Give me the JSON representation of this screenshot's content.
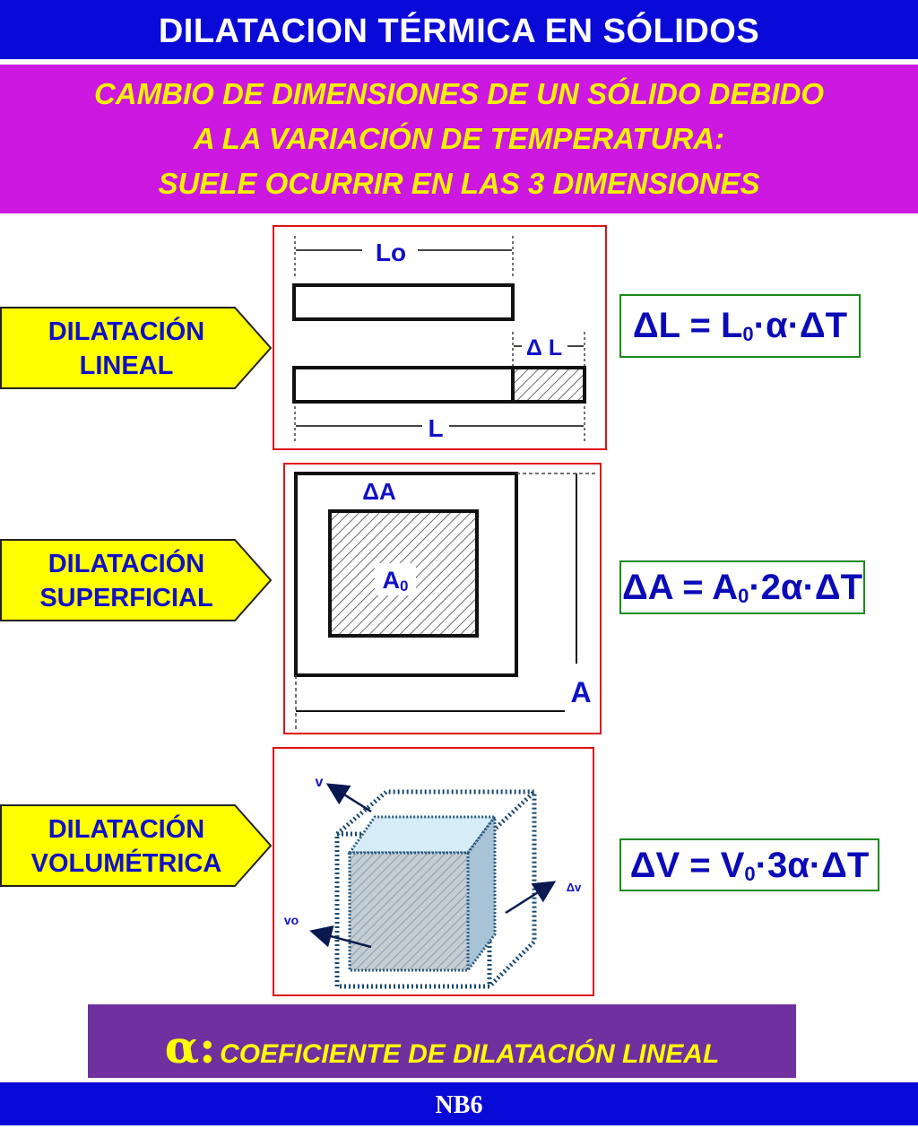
{
  "header": {
    "title": "DILATACION TÉRMICA  EN SÓLIDOS"
  },
  "intro": {
    "line1": "CAMBIO DE DIMENSIONES DE UN SÓLIDO DEBIDO",
    "line2": "A LA VARIACIÓN DE TEMPERATURA:",
    "line3": "SUELE OCURRIR EN LAS 3 DIMENSIONES"
  },
  "sections": {
    "lineal": {
      "label1": "DILATACIÓN",
      "label2": "LINEAL",
      "dim_initial": "Lo",
      "dim_delta": "Δ L",
      "dim_final": "L",
      "f_delta": "ΔL = L",
      "f_sub": "0",
      "f_rest": "·α·ΔT"
    },
    "superficial": {
      "label1": "DILATACIÓN",
      "label2": "SUPERFICIAL",
      "delta_label": "ΔA",
      "initial_label": "A",
      "initial_sub": "0",
      "final_label": "A",
      "f_delta": "ΔA = A",
      "f_sub": "0",
      "f_rest": "·2α·ΔT"
    },
    "volumetrica": {
      "label1": "DILATACIÓN",
      "label2": "VOLUMÉTRICA",
      "v_label": "v",
      "vo_label": "vo",
      "dv_label": "Δv",
      "f_delta": "ΔV = V",
      "f_sub": "0",
      "f_rest": "·3α·ΔT"
    }
  },
  "footer": {
    "alpha": "α:",
    "text": "COEFICIENTE DE DILATACIÓN LINEAL"
  },
  "page_label": "NB6",
  "colors": {
    "title_bar": "#0a0ad8",
    "intro_bg": "#cc18e0",
    "intro_text": "#f2f200",
    "label_fill": "#ffff00",
    "footer_bg": "#7030a0"
  }
}
